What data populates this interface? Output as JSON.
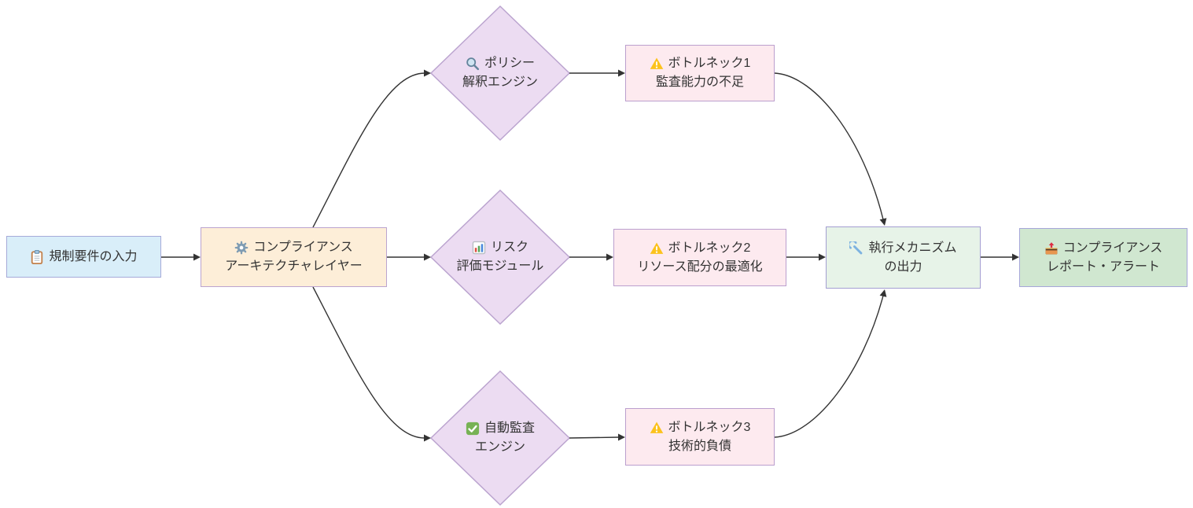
{
  "diagram": {
    "type": "flowchart",
    "background": "#ffffff",
    "edge_color": "#333333",
    "text_color": "#333333",
    "nodes": {
      "input": {
        "shape": "rect",
        "icon": "clipboard-icon",
        "line1": "規制要件の入力",
        "line2": "",
        "fill": "#d9eef9",
        "border": "#a6aad9"
      },
      "architecture": {
        "shape": "rect",
        "icon": "gear-icon",
        "line1": "コンプライアンス",
        "line2": "アーキテクチャレイヤー",
        "fill": "#fdeed8",
        "border": "#bba4cf"
      },
      "policy": {
        "shape": "diamond",
        "icon": "magnifier-icon",
        "line1": "ポリシー",
        "line2": "解釈エンジン",
        "fill": "#ecdcf2",
        "border": "#bba4cf"
      },
      "risk": {
        "shape": "diamond",
        "icon": "bar-chart-icon",
        "line1": "リスク",
        "line2": "評価モジュール",
        "fill": "#ecdcf2",
        "border": "#bba4cf"
      },
      "audit": {
        "shape": "diamond",
        "icon": "check-icon",
        "line1": "自動監査",
        "line2": "エンジン",
        "fill": "#ecdcf2",
        "border": "#bba4cf"
      },
      "bottleneck1": {
        "shape": "rect",
        "icon": "warning-icon",
        "line1": "ボトルネック1",
        "line2": "監査能力の不足",
        "fill": "#fdeaef",
        "border": "#bb9fce"
      },
      "bottleneck2": {
        "shape": "rect",
        "icon": "warning-icon",
        "line1": "ボトルネック2",
        "line2": "リソース配分の最適化",
        "fill": "#fdeaef",
        "border": "#bb9fce"
      },
      "bottleneck3": {
        "shape": "rect",
        "icon": "warning-icon",
        "line1": "ボトルネック3",
        "line2": "技術的負債",
        "fill": "#fdeaef",
        "border": "#bb9fce"
      },
      "enforcement": {
        "shape": "rect",
        "icon": "wrench-icon",
        "line1": "執行メカニズム",
        "line2": "の出力",
        "fill": "#e7f3e8",
        "border": "#a49ed2"
      },
      "report": {
        "shape": "rect",
        "icon": "outbox-icon",
        "line1": "コンプライアンス",
        "line2": "レポート・アラート",
        "fill": "#d0e7d0",
        "border": "#a6a6d9"
      }
    },
    "edges": [
      {
        "from": "input",
        "to": "architecture"
      },
      {
        "from": "architecture",
        "to": "policy"
      },
      {
        "from": "architecture",
        "to": "risk"
      },
      {
        "from": "architecture",
        "to": "audit"
      },
      {
        "from": "policy",
        "to": "bottleneck1"
      },
      {
        "from": "risk",
        "to": "bottleneck2"
      },
      {
        "from": "audit",
        "to": "bottleneck3"
      },
      {
        "from": "bottleneck1",
        "to": "enforcement"
      },
      {
        "from": "bottleneck2",
        "to": "enforcement"
      },
      {
        "from": "bottleneck3",
        "to": "enforcement"
      },
      {
        "from": "enforcement",
        "to": "report"
      }
    ]
  }
}
